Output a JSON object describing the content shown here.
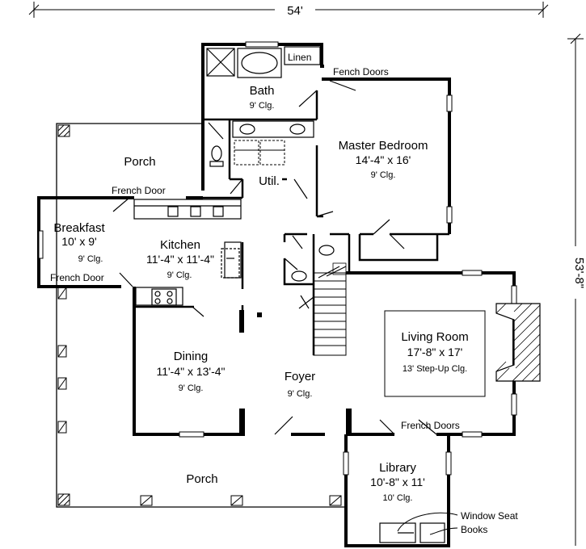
{
  "dimensions": {
    "width": "54'",
    "depth": "53'-8\""
  },
  "rooms": [
    {
      "key": "bath",
      "name": "Bath",
      "ceiling": "9' Clg."
    },
    {
      "key": "linen",
      "name": "Linen"
    },
    {
      "key": "master",
      "name": "Master Bedroom",
      "size": "14'-4\" x 16'",
      "ceiling": "9' Clg."
    },
    {
      "key": "porch_rear",
      "name": "Porch"
    },
    {
      "key": "util",
      "name": "Util."
    },
    {
      "key": "breakfast",
      "name": "Breakfast",
      "size": "10' x 9'",
      "ceiling": "9' Clg."
    },
    {
      "key": "kitchen",
      "name": "Kitchen",
      "size": "11'-4\" x 11'-4\"",
      "ceiling": "9' Clg."
    },
    {
      "key": "living",
      "name": "Living Room",
      "size": "17'-8\" x 17'",
      "ceiling": "13' Step-Up Clg."
    },
    {
      "key": "dining",
      "name": "Dining",
      "size": "11'-4\" x 13'-4\"",
      "ceiling": "9' Clg."
    },
    {
      "key": "foyer",
      "name": "Foyer",
      "ceiling": "9' Clg."
    },
    {
      "key": "porch_front",
      "name": "Porch"
    },
    {
      "key": "library",
      "name": "Library",
      "size": "10'-8\" x 11'",
      "ceiling": "10' Clg."
    }
  ],
  "callouts": {
    "fench_doors": "Fench Doors",
    "french_door_util": "French Door",
    "french_door_breakfast": "French Door",
    "french_doors_library": "French Doors",
    "window_seat": "Window Seat",
    "books": "Books"
  }
}
